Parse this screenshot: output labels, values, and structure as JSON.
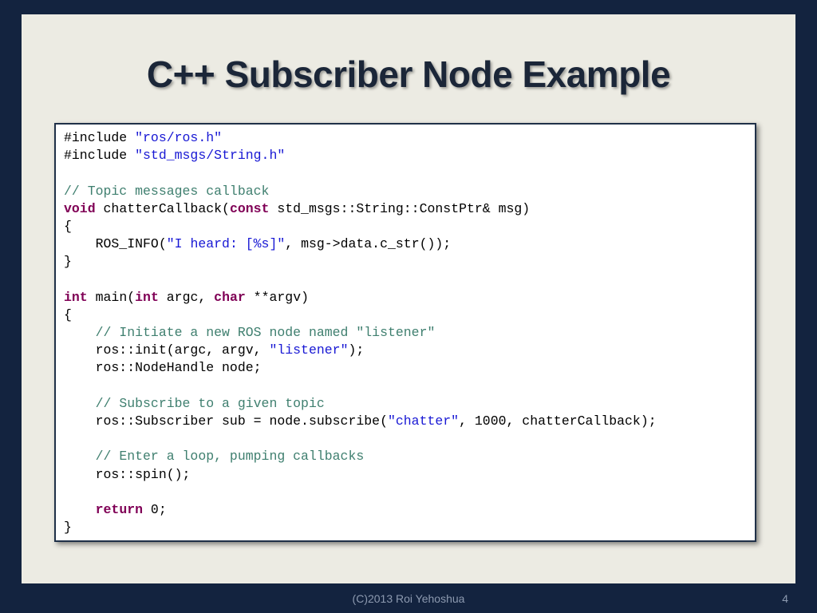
{
  "slide": {
    "title": "C++ Subscriber Node Example",
    "footer": "(C)2013 Roi Yehoshua",
    "page_number": "4"
  },
  "code": {
    "lines": [
      [
        {
          "t": "#include "
        },
        {
          "t": "\"ros/ros.h\"",
          "c": "str"
        }
      ],
      [
        {
          "t": "#include "
        },
        {
          "t": "\"std_msgs/String.h\"",
          "c": "str"
        }
      ],
      [],
      [
        {
          "t": "// Topic messages callback",
          "c": "cm"
        }
      ],
      [
        {
          "t": "void",
          "c": "kw"
        },
        {
          "t": " chatterCallback("
        },
        {
          "t": "const",
          "c": "kw"
        },
        {
          "t": " std_msgs::String::ConstPtr& msg)"
        }
      ],
      [
        {
          "t": "{"
        }
      ],
      [
        {
          "t": "    ROS_INFO("
        },
        {
          "t": "\"I heard: [%s]\"",
          "c": "str"
        },
        {
          "t": ", msg->data.c_str());"
        }
      ],
      [
        {
          "t": "}"
        }
      ],
      [],
      [
        {
          "t": "int",
          "c": "kw"
        },
        {
          "t": " main("
        },
        {
          "t": "int",
          "c": "kw"
        },
        {
          "t": " argc, "
        },
        {
          "t": "char",
          "c": "kw"
        },
        {
          "t": " **argv)"
        }
      ],
      [
        {
          "t": "{"
        }
      ],
      [
        {
          "t": "    "
        },
        {
          "t": "// Initiate a new ROS node named \"listener\"",
          "c": "cm"
        }
      ],
      [
        {
          "t": "    ros::init(argc, argv, "
        },
        {
          "t": "\"listener\"",
          "c": "str"
        },
        {
          "t": ");"
        }
      ],
      [
        {
          "t": "    ros::NodeHandle node;"
        }
      ],
      [],
      [
        {
          "t": "    "
        },
        {
          "t": "// Subscribe to a given topic",
          "c": "cm"
        }
      ],
      [
        {
          "t": "    ros::Subscriber sub = node.subscribe("
        },
        {
          "t": "\"chatter\"",
          "c": "str"
        },
        {
          "t": ", 1000, chatterCallback);"
        }
      ],
      [],
      [
        {
          "t": "    "
        },
        {
          "t": "// Enter a loop, pumping callbacks",
          "c": "cm"
        }
      ],
      [
        {
          "t": "    ros::spin();"
        }
      ],
      [],
      [
        {
          "t": "    "
        },
        {
          "t": "return",
          "c": "kw"
        },
        {
          "t": " 0;"
        }
      ],
      [
        {
          "t": "}"
        }
      ]
    ]
  }
}
